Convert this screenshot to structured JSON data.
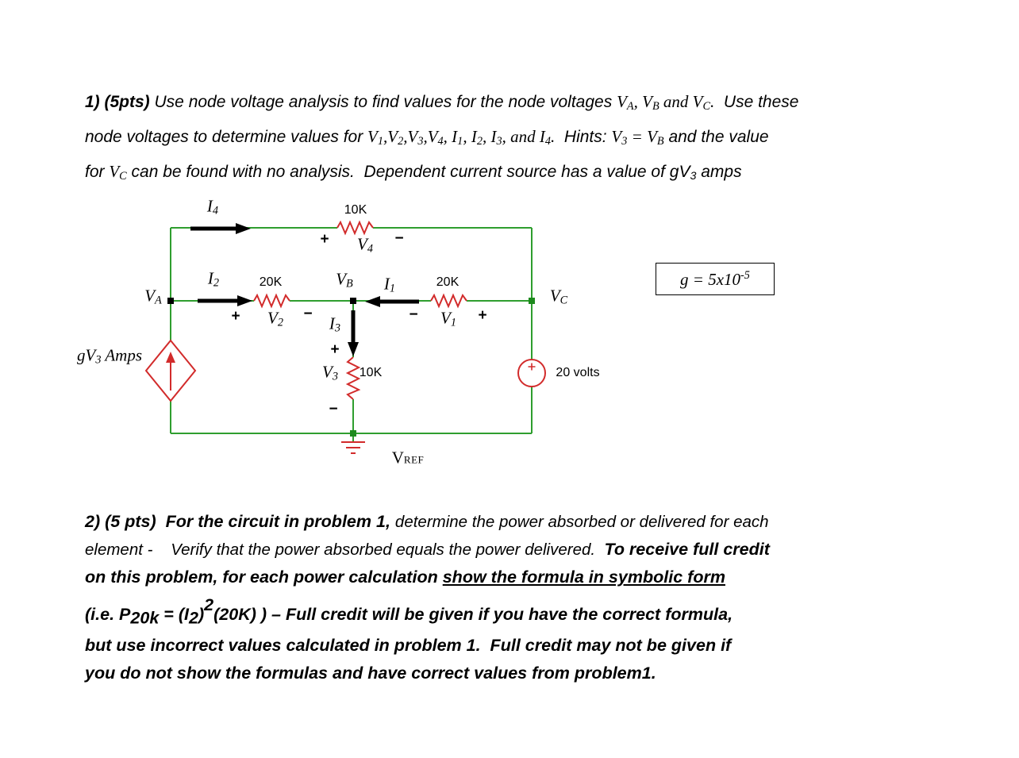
{
  "colors": {
    "wire_green": "#2f9e2f",
    "component_red": "#d22b2b",
    "node_green": "#1d8a1d"
  },
  "problem1": {
    "line1": [
      {
        "t": "1) (5pts) ",
        "c": "b"
      },
      {
        "t": "Use node voltage analysis to find values for the node voltages "
      },
      {
        "t": "V",
        "c": "m"
      },
      {
        "t": "A",
        "c": "m sub"
      },
      {
        "t": ", ",
        "c": "m"
      },
      {
        "t": "V",
        "c": "m"
      },
      {
        "t": "B",
        "c": "m sub"
      },
      {
        "t": " and ",
        "c": "m"
      },
      {
        "t": "V",
        "c": "m"
      },
      {
        "t": "C",
        "c": "m sub"
      },
      {
        "t": ".",
        "c": "m"
      },
      {
        "t": "  Use these"
      }
    ],
    "line2": [
      {
        "t": "node voltages to determine values for "
      },
      {
        "t": "V",
        "c": "m"
      },
      {
        "t": "1",
        "c": "m sub"
      },
      {
        "t": ",",
        "c": "m"
      },
      {
        "t": "V",
        "c": "m"
      },
      {
        "t": "2",
        "c": "m sub"
      },
      {
        "t": ",",
        "c": "m"
      },
      {
        "t": "V",
        "c": "m"
      },
      {
        "t": "3",
        "c": "m sub"
      },
      {
        "t": ",",
        "c": "m"
      },
      {
        "t": "V",
        "c": "m"
      },
      {
        "t": "4",
        "c": "m sub"
      },
      {
        "t": ", ",
        "c": "m"
      },
      {
        "t": "I",
        "c": "m"
      },
      {
        "t": "1",
        "c": "m sub"
      },
      {
        "t": ", ",
        "c": "m"
      },
      {
        "t": "I",
        "c": "m"
      },
      {
        "t": "2",
        "c": "m sub"
      },
      {
        "t": ", ",
        "c": "m"
      },
      {
        "t": "I",
        "c": "m"
      },
      {
        "t": "3",
        "c": "m sub"
      },
      {
        "t": ", and ",
        "c": "m"
      },
      {
        "t": "I",
        "c": "m"
      },
      {
        "t": "4",
        "c": "m sub"
      },
      {
        "t": ".",
        "c": "m"
      },
      {
        "t": "  Hints: "
      },
      {
        "t": "V",
        "c": "m"
      },
      {
        "t": "3",
        "c": "m sub"
      },
      {
        "t": " = ",
        "c": "m"
      },
      {
        "t": "V",
        "c": "m"
      },
      {
        "t": "B",
        "c": "m sub"
      },
      {
        "t": " and the value"
      }
    ],
    "line3": [
      {
        "t": "for "
      },
      {
        "t": "V",
        "c": "m"
      },
      {
        "t": "C",
        "c": "m sub"
      },
      {
        "t": " can be found with no analysis.  Dependent current source has a value of gV"
      },
      {
        "t": "3",
        "c": "sub"
      },
      {
        "t": " amps"
      }
    ]
  },
  "circuit": {
    "r_top": "10K",
    "r_left": "20K",
    "r_right": "20K",
    "r_mid": "10K",
    "source_label": "20 volts",
    "plus": "+",
    "minus": "−",
    "labels": {
      "i4": [
        {
          "t": "I"
        },
        {
          "t": "4",
          "c": "sub"
        }
      ],
      "i2": [
        {
          "t": "I"
        },
        {
          "t": "2",
          "c": "sub"
        }
      ],
      "i1": [
        {
          "t": "I"
        },
        {
          "t": "1",
          "c": "sub"
        }
      ],
      "i3": [
        {
          "t": "I"
        },
        {
          "t": "3",
          "c": "sub"
        }
      ],
      "v4": [
        {
          "t": "V"
        },
        {
          "t": "4",
          "c": "sub"
        }
      ],
      "v2": [
        {
          "t": "V"
        },
        {
          "t": "2",
          "c": "sub"
        }
      ],
      "v1": [
        {
          "t": "V"
        },
        {
          "t": "1",
          "c": "sub"
        }
      ],
      "v3": [
        {
          "t": "V"
        },
        {
          "t": "3",
          "c": "sub"
        }
      ],
      "va": [
        {
          "t": "V"
        },
        {
          "t": "A",
          "c": "sub"
        }
      ],
      "vb": [
        {
          "t": "V"
        },
        {
          "t": "B",
          "c": "sub"
        }
      ],
      "vc": [
        {
          "t": "V"
        },
        {
          "t": "C",
          "c": "sub"
        }
      ],
      "gv3": [
        {
          "t": "gV"
        },
        {
          "t": "3",
          "c": "sub"
        },
        {
          "t": " Amps"
        }
      ],
      "vref": [
        {
          "t": "V"
        },
        {
          "t": "REF",
          "c": "sc"
        }
      ],
      "gbox": [
        {
          "t": "g = 5x10"
        },
        {
          "t": "-5",
          "c": "sup"
        }
      ]
    }
  },
  "problem2": {
    "line1": [
      {
        "t": "2) (5 pts)  For the circuit in problem 1, ",
        "c": "b"
      },
      {
        "t": "determine the power absorbed or delivered for each"
      }
    ],
    "line2": [
      {
        "t": "element -    Verify that the power absorbed equals the power delivered.  "
      },
      {
        "t": "To receive full credit",
        "c": "b"
      }
    ],
    "line3": [
      {
        "t": "on this problem, for each power calculation ",
        "c": "b"
      },
      {
        "t": "show the formula in symbolic form",
        "c": "b u"
      }
    ],
    "line4": [
      {
        "t": "(i.e. P",
        "c": "b"
      },
      {
        "t": "20k",
        "c": "b sub"
      },
      {
        "t": " = (I",
        "c": "b"
      },
      {
        "t": "2",
        "c": "b sub"
      },
      {
        "t": ")",
        "c": "b"
      },
      {
        "t": "2",
        "c": "b sup"
      },
      {
        "t": "(20K) ) – Full credit will be given if you have the correct formula,",
        "c": "b"
      }
    ],
    "line5": [
      {
        "t": "but use incorrect values calculated in problem 1.  Full credit may not be given if",
        "c": "b"
      }
    ],
    "line6": [
      {
        "t": "you do not show the formulas and have correct values from problem1.",
        "c": "b"
      }
    ]
  }
}
